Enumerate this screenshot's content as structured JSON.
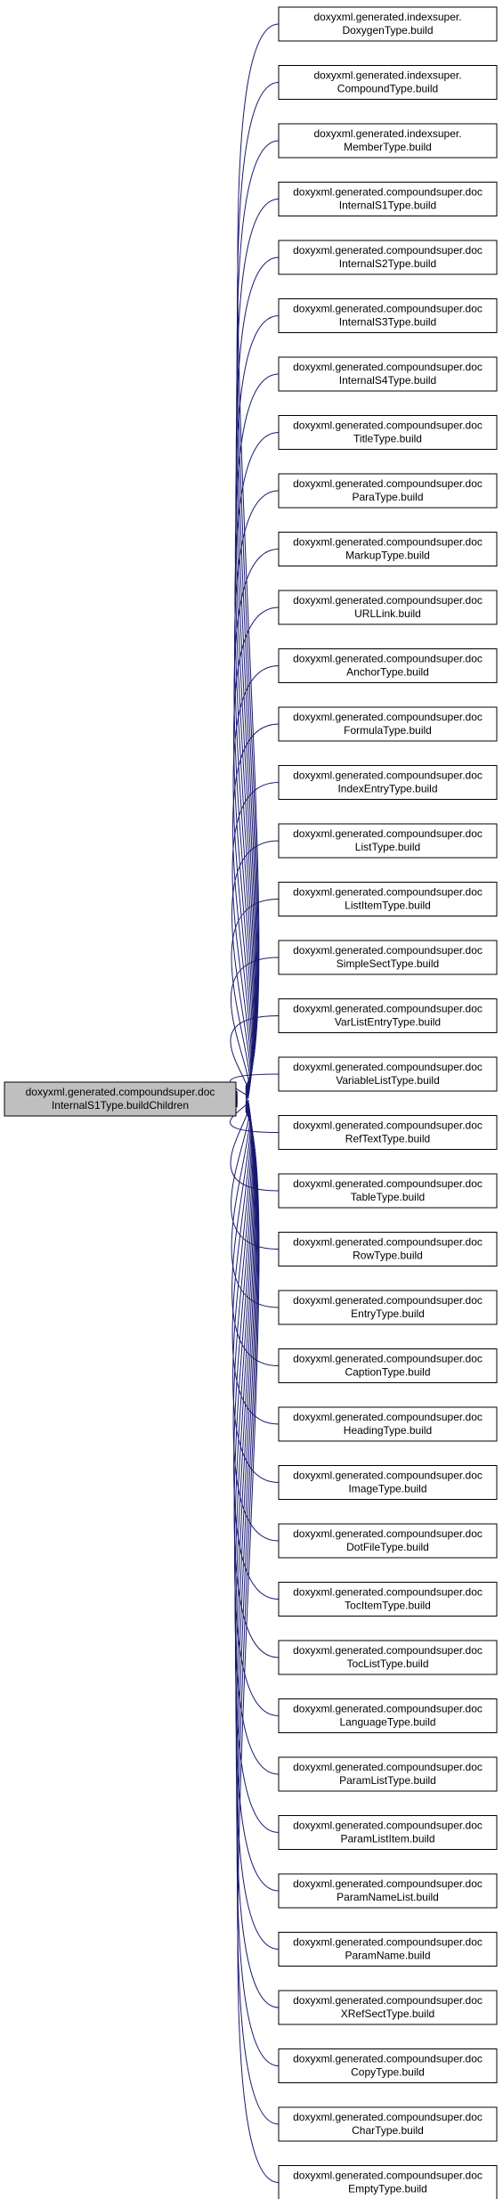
{
  "root": {
    "line1": "doxyxml.generated.compoundsuper.doc",
    "line2": "InternalS1Type.buildChildren"
  },
  "nodes": [
    {
      "line1": "doxyxml.generated.indexsuper.",
      "line2": "DoxygenType.build"
    },
    {
      "line1": "doxyxml.generated.indexsuper.",
      "line2": "CompoundType.build"
    },
    {
      "line1": "doxyxml.generated.indexsuper.",
      "line2": "MemberType.build"
    },
    {
      "line1": "doxyxml.generated.compoundsuper.doc",
      "line2": "InternalS1Type.build"
    },
    {
      "line1": "doxyxml.generated.compoundsuper.doc",
      "line2": "InternalS2Type.build"
    },
    {
      "line1": "doxyxml.generated.compoundsuper.doc",
      "line2": "InternalS3Type.build"
    },
    {
      "line1": "doxyxml.generated.compoundsuper.doc",
      "line2": "InternalS4Type.build"
    },
    {
      "line1": "doxyxml.generated.compoundsuper.doc",
      "line2": "TitleType.build"
    },
    {
      "line1": "doxyxml.generated.compoundsuper.doc",
      "line2": "ParaType.build"
    },
    {
      "line1": "doxyxml.generated.compoundsuper.doc",
      "line2": "MarkupType.build"
    },
    {
      "line1": "doxyxml.generated.compoundsuper.doc",
      "line2": "URLLink.build"
    },
    {
      "line1": "doxyxml.generated.compoundsuper.doc",
      "line2": "AnchorType.build"
    },
    {
      "line1": "doxyxml.generated.compoundsuper.doc",
      "line2": "FormulaType.build"
    },
    {
      "line1": "doxyxml.generated.compoundsuper.doc",
      "line2": "IndexEntryType.build"
    },
    {
      "line1": "doxyxml.generated.compoundsuper.doc",
      "line2": "ListType.build"
    },
    {
      "line1": "doxyxml.generated.compoundsuper.doc",
      "line2": "ListItemType.build"
    },
    {
      "line1": "doxyxml.generated.compoundsuper.doc",
      "line2": "SimpleSectType.build"
    },
    {
      "line1": "doxyxml.generated.compoundsuper.doc",
      "line2": "VarListEntryType.build"
    },
    {
      "line1": "doxyxml.generated.compoundsuper.doc",
      "line2": "VariableListType.build"
    },
    {
      "line1": "doxyxml.generated.compoundsuper.doc",
      "line2": "RefTextType.build"
    },
    {
      "line1": "doxyxml.generated.compoundsuper.doc",
      "line2": "TableType.build"
    },
    {
      "line1": "doxyxml.generated.compoundsuper.doc",
      "line2": "RowType.build"
    },
    {
      "line1": "doxyxml.generated.compoundsuper.doc",
      "line2": "EntryType.build"
    },
    {
      "line1": "doxyxml.generated.compoundsuper.doc",
      "line2": "CaptionType.build"
    },
    {
      "line1": "doxyxml.generated.compoundsuper.doc",
      "line2": "HeadingType.build"
    },
    {
      "line1": "doxyxml.generated.compoundsuper.doc",
      "line2": "ImageType.build"
    },
    {
      "line1": "doxyxml.generated.compoundsuper.doc",
      "line2": "DotFileType.build"
    },
    {
      "line1": "doxyxml.generated.compoundsuper.doc",
      "line2": "TocItemType.build"
    },
    {
      "line1": "doxyxml.generated.compoundsuper.doc",
      "line2": "TocListType.build"
    },
    {
      "line1": "doxyxml.generated.compoundsuper.doc",
      "line2": "LanguageType.build"
    },
    {
      "line1": "doxyxml.generated.compoundsuper.doc",
      "line2": "ParamListType.build"
    },
    {
      "line1": "doxyxml.generated.compoundsuper.doc",
      "line2": "ParamListItem.build"
    },
    {
      "line1": "doxyxml.generated.compoundsuper.doc",
      "line2": "ParamNameList.build"
    },
    {
      "line1": "doxyxml.generated.compoundsuper.doc",
      "line2": "ParamName.build"
    },
    {
      "line1": "doxyxml.generated.compoundsuper.doc",
      "line2": "XRefSectType.build"
    },
    {
      "line1": "doxyxml.generated.compoundsuper.doc",
      "line2": "CopyType.build"
    },
    {
      "line1": "doxyxml.generated.compoundsuper.doc",
      "line2": "CharType.build"
    },
    {
      "line1": "doxyxml.generated.compoundsuper.doc",
      "line2": "EmptyType.build"
    }
  ],
  "colors": {
    "edge": "#191970",
    "root_fill": "#bfbfbf",
    "node_fill": "#ffffff",
    "border": "#000000"
  }
}
